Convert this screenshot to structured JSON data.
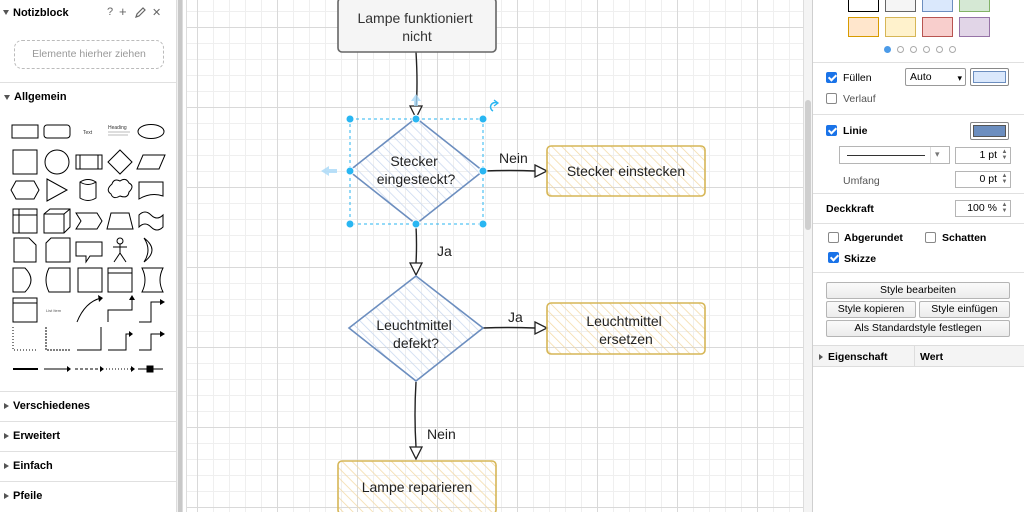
{
  "sidebar": {
    "title": "Notizblock",
    "header_icons": [
      "help-icon",
      "add-icon",
      "edit-icon",
      "close-icon"
    ],
    "help_label": "?",
    "add_label": "+",
    "close_label": "✕",
    "dropzone": "Elemente hierher ziehen",
    "sections": {
      "allgemein": "Allgemein",
      "verschiedenes": "Verschiedenes",
      "erweitert": "Erweitert",
      "einfach": "Einfach",
      "pfeile": "Pfeile"
    },
    "shape_texts": {
      "text": "Text",
      "heading": "Heading",
      "listitem": "List Item"
    }
  },
  "diagram": {
    "start": "Lampe funktioniert\nnicht",
    "decision1": "Stecker\neingesteckt?",
    "action1": "Stecker einstecken",
    "label_no1": "Nein",
    "label_yes1": "Ja",
    "decision2": "Leuchtmittel\ndefekt?",
    "action2": "Leuchtmittel\nersetzen",
    "label_yes2": "Ja",
    "label_no2": "Nein",
    "end": "Lampe reparieren"
  },
  "format": {
    "fill_label": "Füllen",
    "fill_mode": "Auto",
    "gradient_label": "Verlauf",
    "line_label": "Linie",
    "line_width": "1 pt",
    "perimeter_label": "Umfang",
    "perimeter_value": "0 pt",
    "opacity_label": "Deckkraft",
    "opacity_value": "100 %",
    "rounded_label": "Abgerundet",
    "shadow_label": "Schatten",
    "sketch_label": "Skizze",
    "edit_style": "Style bearbeiten",
    "copy_style": "Style kopieren",
    "paste_style": "Style einfügen",
    "set_default": "Als Standardstyle festlegen",
    "prop_col": "Eigenschaft",
    "value_col": "Wert",
    "colors": {
      "fill": "#dae8fc",
      "line": "#6c8ebf",
      "selection": "#29b6f2",
      "action_fill": "#fff2cc",
      "action_stroke": "#d6b656"
    }
  }
}
